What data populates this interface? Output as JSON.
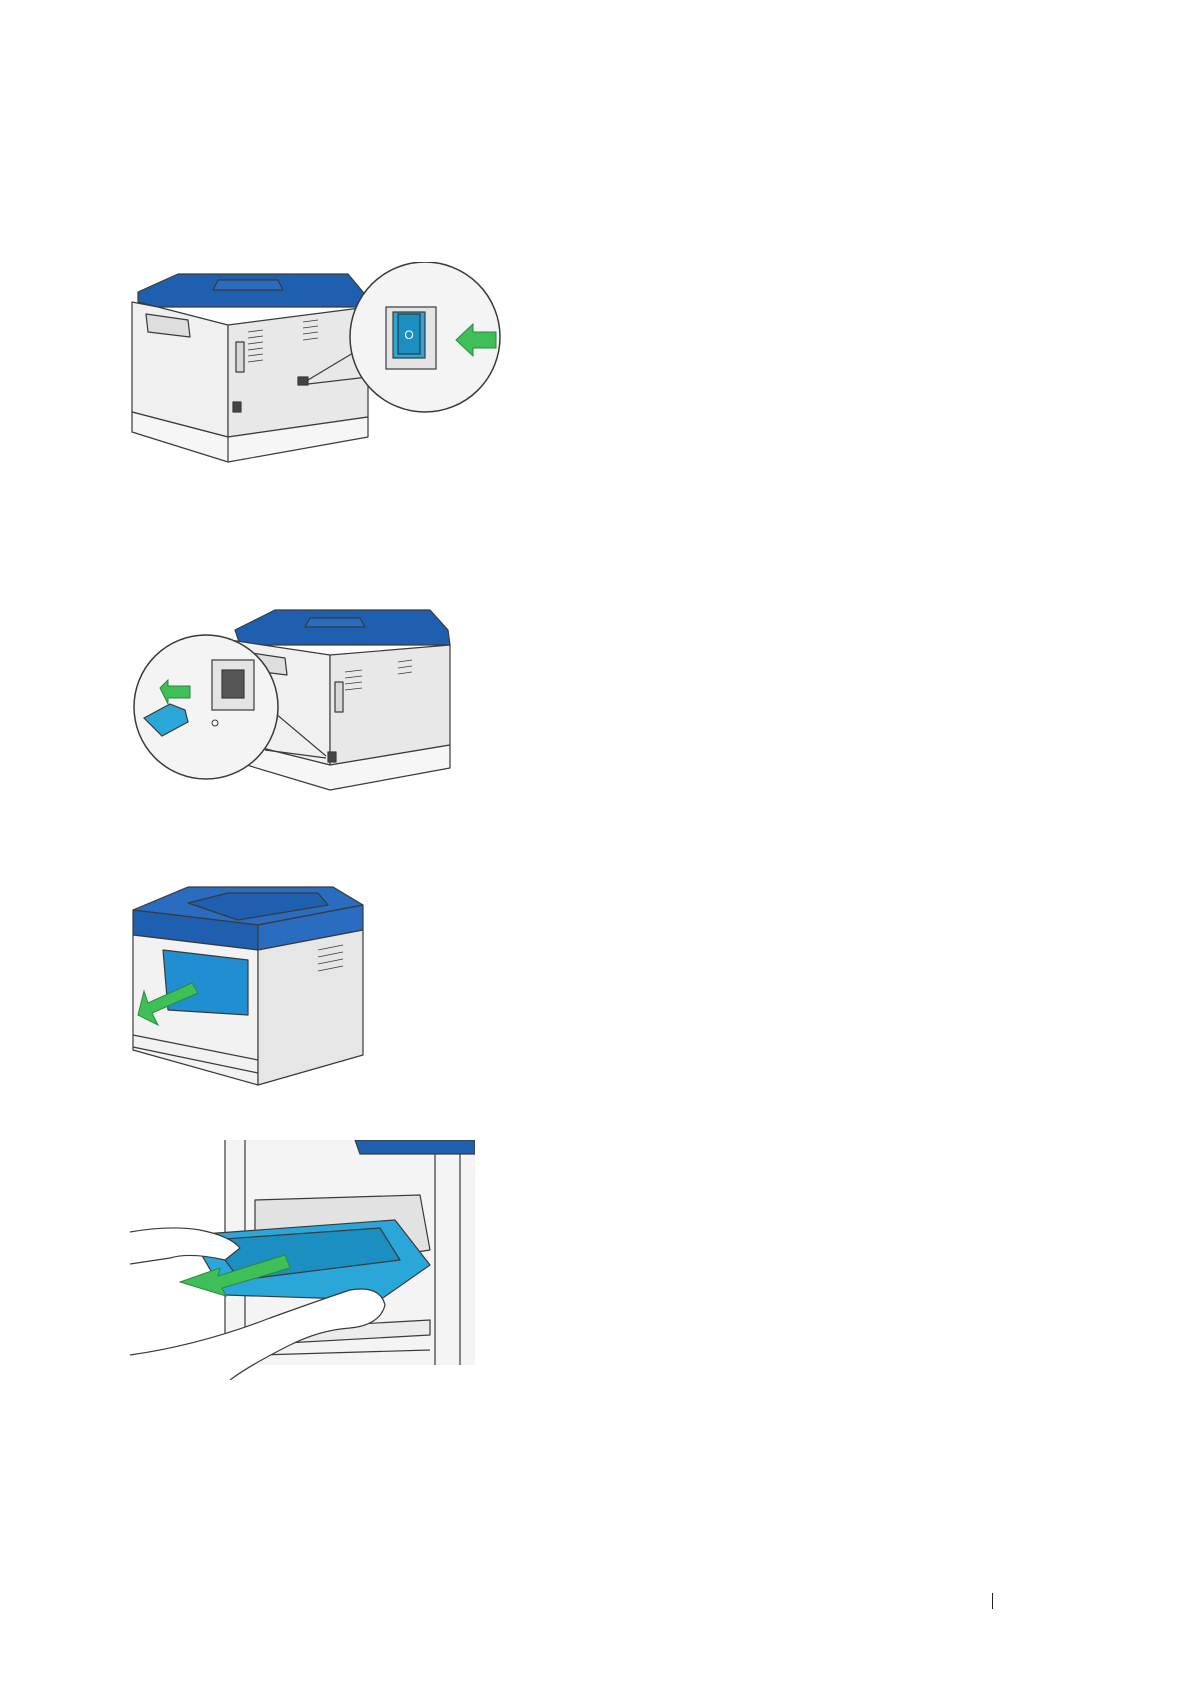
{
  "figures": [
    {
      "id": "fig-power-switch-off",
      "icon": "printer-rear-power-switch",
      "switch_label": "O"
    },
    {
      "id": "fig-unplug-power-cord",
      "icon": "printer-rear-power-cord"
    },
    {
      "id": "fig-open-front-cover",
      "icon": "printer-front-cover-open"
    },
    {
      "id": "fig-pull-out-tray",
      "icon": "printer-paper-tray-remove"
    }
  ],
  "footer": {
    "page_number": ""
  },
  "colors": {
    "brand_blue": "#1f5fb0",
    "tray_blue": "#2aa7d8",
    "arrow_green": "#3fbf57",
    "outline": "#3a3a3a",
    "body_gray": "#f1f1f1"
  }
}
